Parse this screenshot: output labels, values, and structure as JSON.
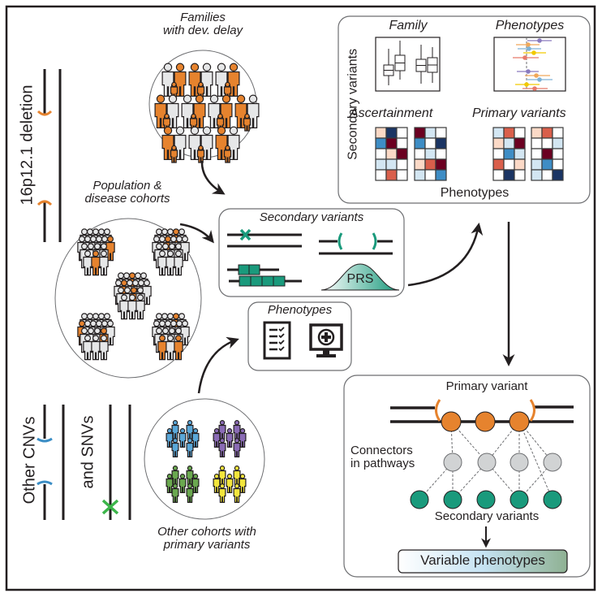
{
  "title": "16p12.1 deletion secondary variants overview",
  "colors": {
    "orange": "#e6832e",
    "teal": "#1a9a7c",
    "blue": "#3a8dc5",
    "green": "#3cb54a",
    "connector_gray": "#d1d3d4",
    "person_gray": "#e6e7e8",
    "purple": "#8a6bb5",
    "cohort_blue": "#5aa7d8",
    "cohort_green": "#6aa84f",
    "cohort_yellow": "#f2e53c"
  },
  "left": {
    "deletion_label": "16p12.1 deletion",
    "other_cnvs_label": "Other CNVs",
    "and_snvs_label": "and SNVs"
  },
  "families": {
    "label_line1": "Families",
    "label_line2": "with dev. delay"
  },
  "population": {
    "label_line1": "Population &",
    "label_line2": "disease cohorts"
  },
  "other_cohorts": {
    "label_line1": "Other cohorts with",
    "label_line2": "primary variants"
  },
  "secondary_box": {
    "title": "Secondary variants",
    "prs_label": "PRS"
  },
  "phenotypes_box": {
    "title": "Phenotypes",
    "icons": [
      "checklist-icon",
      "medical-monitor-icon"
    ]
  },
  "analysis_panel": {
    "y_label": "Secondary variants",
    "x_label": "Phenotypes",
    "family_label": "Family",
    "phenotypes_label": "Phenotypes",
    "ascertainment_label": "Ascertainment",
    "primary_variants_label": "Primary variants",
    "heatmaps": {
      "ascertainment_1": [
        [
          "pp",
          "nv",
          "w"
        ],
        [
          "mb",
          "dr",
          "w"
        ],
        [
          "w",
          "pp",
          "dr"
        ],
        [
          "lb",
          "lb",
          "w"
        ],
        [
          "w",
          "rd",
          "w"
        ]
      ],
      "ascertainment_2": [
        [
          "dr",
          "lb",
          "w"
        ],
        [
          "mb",
          "w",
          "nv"
        ],
        [
          "w",
          "lb",
          "w"
        ],
        [
          "pp",
          "rd",
          "dr"
        ],
        [
          "lb",
          "w",
          "mb"
        ]
      ],
      "primary_1": [
        [
          "lb",
          "rd",
          "w"
        ],
        [
          "pp",
          "lb",
          "dr"
        ],
        [
          "w",
          "mb",
          "lb"
        ],
        [
          "rd",
          "w",
          "pp"
        ],
        [
          "w",
          "nv",
          "w"
        ]
      ],
      "primary_2": [
        [
          "pp",
          "rd",
          "w"
        ],
        [
          "w",
          "w",
          "lb"
        ],
        [
          "w",
          "dr",
          "w"
        ],
        [
          "lb",
          "mb",
          "w"
        ],
        [
          "lb",
          "w",
          "nv"
        ]
      ]
    },
    "heat_colors": {
      "w": "#ffffff",
      "pp": "#fbd9c6",
      "rd": "#d95f4b",
      "dr": "#6b0021",
      "lb": "#d3e6f2",
      "mb": "#3e8dc5",
      "nv": "#1b3564"
    }
  },
  "network_panel": {
    "primary_label": "Primary variant",
    "connectors_label_line1": "Connectors",
    "connectors_label_line2": "in pathways",
    "secondary_label": "Secondary variants",
    "outcome_label": "Variable phenotypes"
  }
}
